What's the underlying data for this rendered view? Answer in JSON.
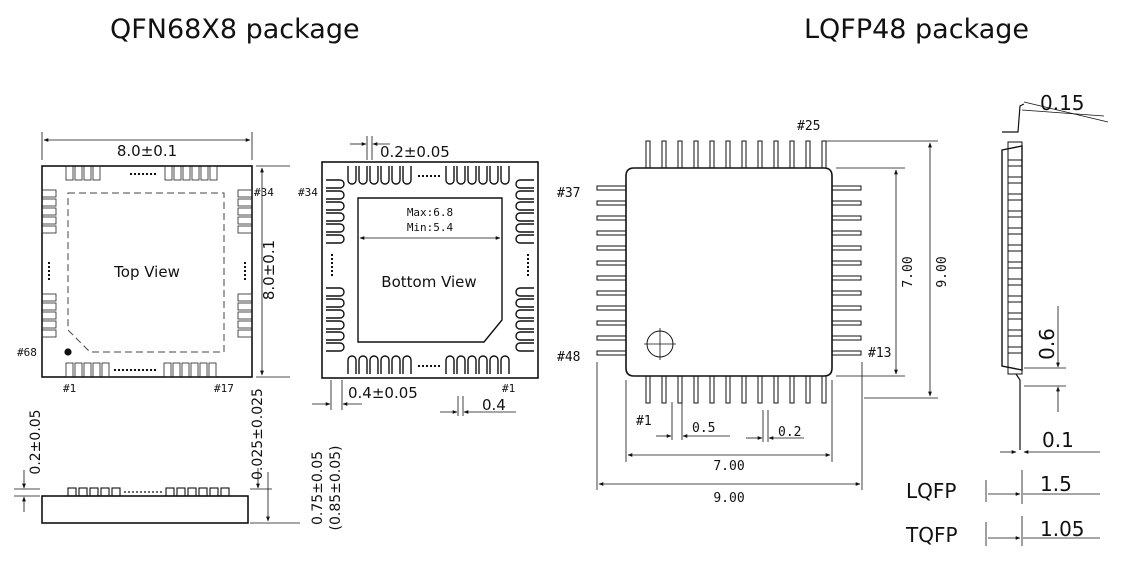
{
  "titles": {
    "qfn": "QFN68X8 package",
    "lqfp": "LQFP48 package"
  },
  "qfn_top": {
    "width": "8.0±0.1",
    "height": "8.0±0.1",
    "label": "Top View",
    "pin34": "#34",
    "pin68": "#68",
    "pin1": "#1",
    "pin17": "#17"
  },
  "qfn_bottom": {
    "pitch": "0.2±0.05",
    "pin34": "#34",
    "pad_max": "Max:6.8",
    "pad_min": "Min:5.4",
    "label": "Bottom View",
    "pad_width": "0.4±0.05",
    "pin1": "#1",
    "pad_len": "0.4"
  },
  "qfn_side": {
    "lead_h": "0.2±0.05",
    "standoff": "0.025±0.025",
    "body_h": "0.75±0.05",
    "body_h_alt": "(0.85±0.05)"
  },
  "lqfp_top": {
    "pin37": "#37",
    "pin25": "#25",
    "pin48": "#48",
    "pin13": "#13",
    "pin1": "#1",
    "pitch": "0.5",
    "lead_w": "0.2",
    "body": "7.00",
    "overall": "9.00",
    "body_v": "7.00",
    "overall_v": "9.00"
  },
  "lqfp_side": {
    "lead_t": "0.15",
    "foot_len": "0.6",
    "standoff": "0.1",
    "lqfp_label": "LQFP",
    "lqfp_h": "1.5",
    "tqfp_label": "TQFP",
    "tqfp_h": "1.05"
  }
}
